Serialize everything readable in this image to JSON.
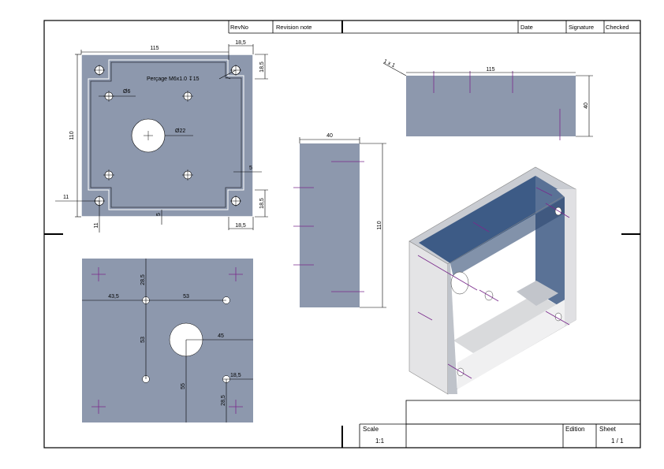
{
  "header": {
    "rev_no": "RevNo",
    "revision_note": "Revision note",
    "date": "Date",
    "signature": "Signature",
    "checked": "Checked"
  },
  "title_block": {
    "scale_label": "Scale",
    "scale_value": "1:1",
    "edition_label": "Edition",
    "sheet_label": "Sheet",
    "sheet_value": "1 / 1"
  },
  "views": {
    "top": {
      "dim_width": "115",
      "dim_corner_w": "18,5",
      "dim_corner_h": "18,5",
      "thread_note": "Perçage M6x1.0 ↧15",
      "dim_small_hole": "Ø6",
      "dim_center_hole": "Ø22",
      "dim_height": "110",
      "dim_wall": "5",
      "dim_corner_h2": "18,5",
      "dim_offset_x": "11",
      "dim_offset_y": "11",
      "dim_bottom_wall": "5",
      "dim_corner_w2": "18,5"
    },
    "bottom": {
      "dim_a": "28,5",
      "dim_b": "43,5",
      "dim_c": "53",
      "dim_d": "53",
      "dim_e": "45",
      "dim_f": "55",
      "dim_g": "18,5",
      "dim_h": "28,5"
    },
    "side": {
      "dim_width": "40",
      "dim_height": "110"
    },
    "front": {
      "dim_chamfer": "1 x 1",
      "dim_width": "115",
      "dim_height": "40"
    }
  },
  "colors": {
    "plate": "#8d98ad",
    "centerline": "#7a2a8c",
    "iso_top": "#c9ccd2",
    "iso_left": "#e4e4e6",
    "iso_inner": "#3d5b86"
  }
}
